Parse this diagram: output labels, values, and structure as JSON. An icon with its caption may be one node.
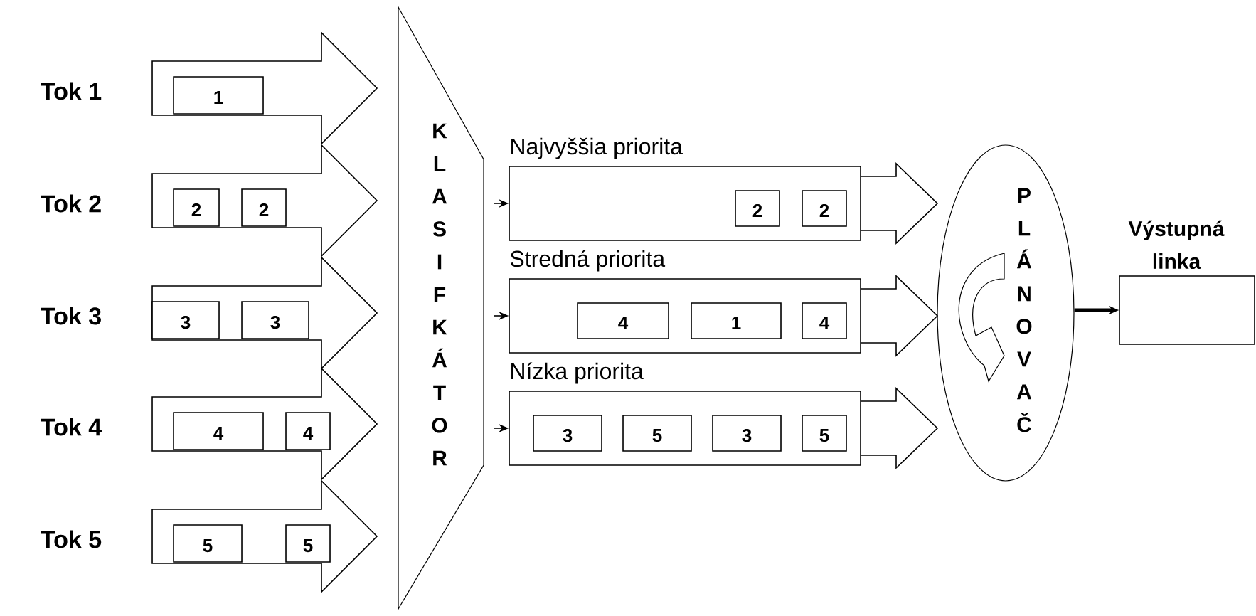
{
  "diagram": {
    "nodes": [
      {
        "text": [
          "Tok 1"
        ]
      },
      {
        "text": [
          "1"
        ],
        "in": 0
      },
      {
        "text": [
          "Tok 2"
        ]
      },
      {
        "text": [
          "2"
        ],
        "in": 2
      },
      {
        "text": [
          "2"
        ],
        "in": 2
      },
      {
        "text": [
          "Tok 3"
        ]
      },
      {
        "text": [
          "3"
        ],
        "in": 5
      },
      {
        "text": [
          "3"
        ],
        "in": 5
      },
      {
        "text": [
          "Tok 4"
        ]
      },
      {
        "text": [
          "4"
        ],
        "in": 8
      },
      {
        "text": [
          "4"
        ],
        "in": 8
      },
      {
        "text": [
          "Tok 5"
        ]
      },
      {
        "text": [
          "5"
        ],
        "in": 11
      },
      {
        "text": [
          "5"
        ],
        "in": 11
      },
      {
        "text": [
          "K L A S I F K Á T O R"
        ]
      },
      {
        "text": [
          "Najvyššia priorita"
        ]
      },
      {
        "text": [
          "2"
        ],
        "in": 15
      },
      {
        "text": [
          "2"
        ],
        "in": 15
      },
      {
        "text": [
          "Stredná priorita"
        ]
      },
      {
        "text": [
          "4"
        ],
        "in": 18
      },
      {
        "text": [
          "1"
        ],
        "in": 18
      },
      {
        "text": [
          "4"
        ],
        "in": 18
      },
      {
        "text": [
          "Nízka priorita"
        ]
      },
      {
        "text": [
          "3"
        ],
        "in": 22
      },
      {
        "text": [
          "5"
        ],
        "in": 22
      },
      {
        "text": [
          "3"
        ],
        "in": 22
      },
      {
        "text": [
          "5"
        ],
        "in": 22
      },
      {
        "text": [
          "P L Á N O V A Č"
        ]
      },
      {
        "text": [
          "Výstupná linka"
        ]
      }
    ],
    "edges": [
      {
        "from": 14,
        "to": 15,
        "arrow": "to"
      },
      {
        "from": 14,
        "to": 18,
        "arrow": "to"
      },
      {
        "from": 14,
        "to": 22,
        "arrow": "to"
      },
      {
        "from": 27,
        "to": 28,
        "arrow": "to",
        "style": "thick"
      }
    ]
  }
}
